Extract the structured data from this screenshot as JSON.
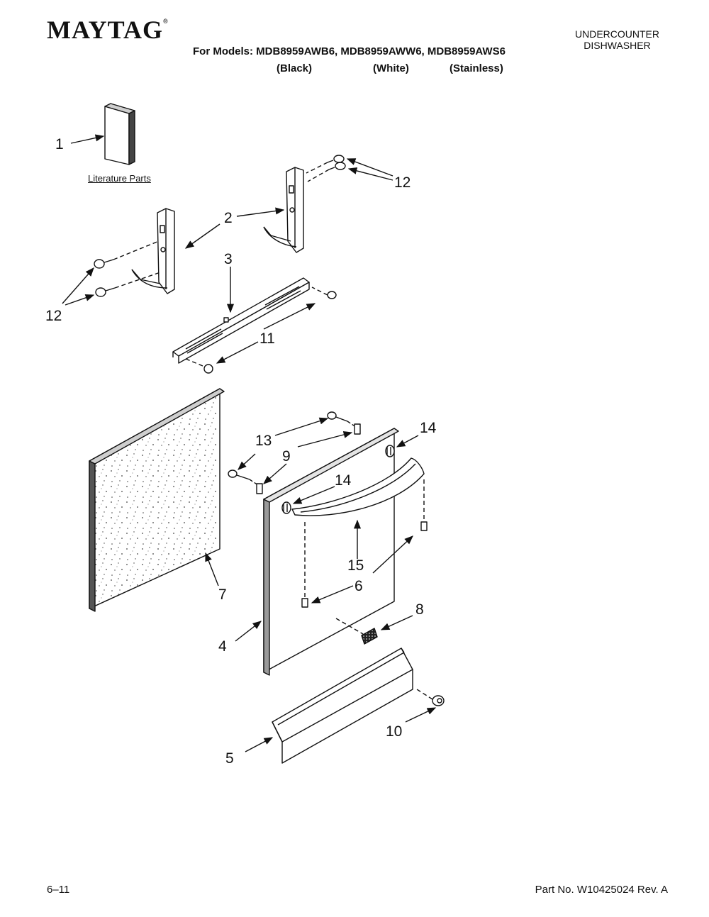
{
  "header": {
    "brand": "MAYTAG",
    "brand_mark": "®",
    "product_line1": "UNDERCOUNTER",
    "product_line2": "DISHWASHER",
    "models": "For Models: MDB8959AWB6, MDB8959AWW6, MDB8959AWS6",
    "variants": [
      "(Black)",
      "(White)",
      "(Stainless)"
    ]
  },
  "diagram": {
    "literature_label": "Literature Parts",
    "callouts": {
      "c1": "1",
      "c2": "2",
      "c3": "3",
      "c4": "4",
      "c5": "5",
      "c6": "6",
      "c7": "7",
      "c8": "8",
      "c9": "9",
      "c10": "10",
      "c11": "11",
      "c12a": "12",
      "c12b": "12",
      "c13": "13",
      "c14a": "14",
      "c14b": "14",
      "c15": "15"
    }
  },
  "footer": {
    "date": "6–11",
    "part_number": "Part No. W10425024 Rev. A"
  }
}
